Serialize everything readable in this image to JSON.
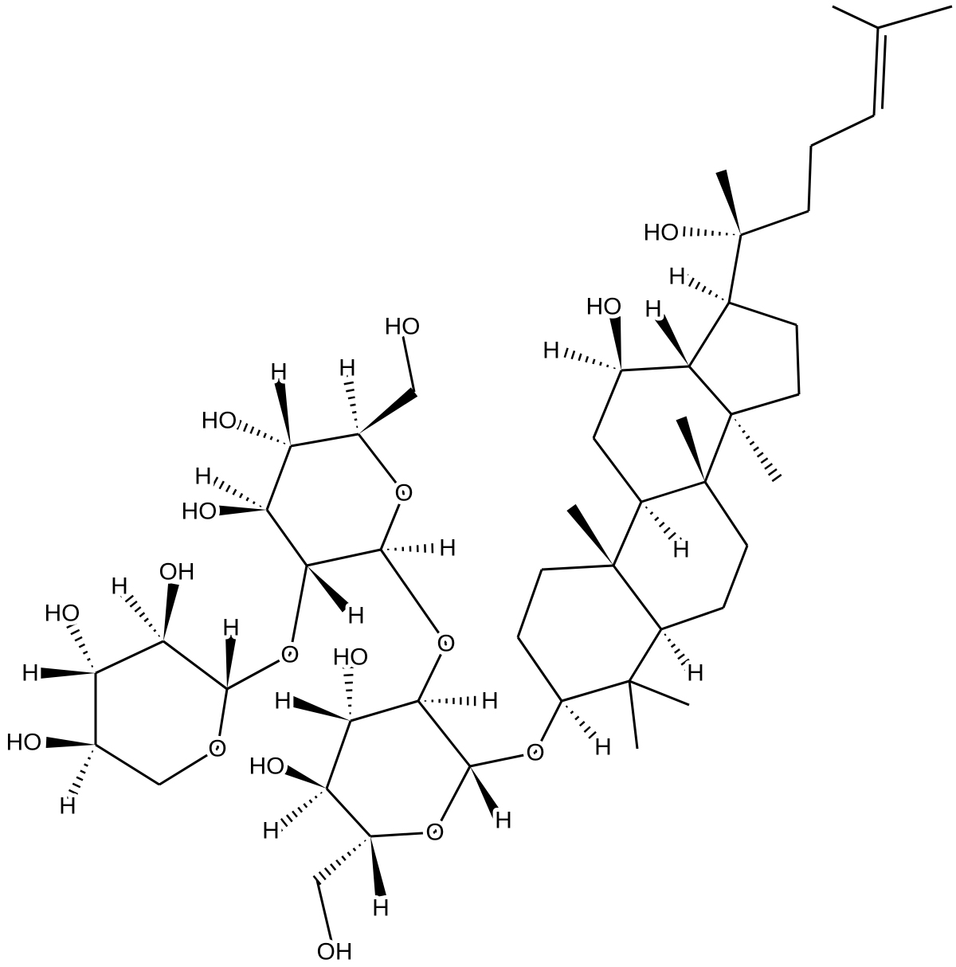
{
  "title": "Triterpene saponin structure",
  "colors": {
    "bond": "#000000",
    "background": "#ffffff"
  },
  "labels": [
    "HO",
    "H",
    "H",
    "HO",
    "H",
    "H",
    "H",
    "H",
    "O",
    "O",
    "H",
    "H",
    "O",
    "HO",
    "H",
    "HO",
    "H",
    "OH",
    "H",
    "O",
    "H",
    "HO",
    "H",
    "HO",
    "H",
    "HO",
    "H",
    "H",
    "O",
    "H",
    "O",
    "OH",
    "H",
    "HO",
    "H",
    "HO",
    "H"
  ]
}
